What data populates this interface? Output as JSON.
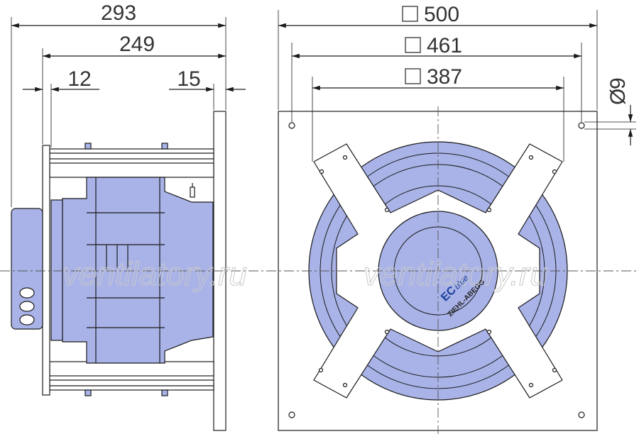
{
  "dimensions": {
    "overall_depth": "293",
    "body_depth": "249",
    "front_offset": "12",
    "plate_thickness": "15",
    "plate_square": "500",
    "hole_spacing_square": "461",
    "guard_square": "387",
    "hole_diameter": "9"
  },
  "symbols": {
    "square": "□",
    "diameter": "Ø"
  },
  "logo": {
    "brand": "ZIEHL-ABEGG",
    "ec": "EC",
    "blue": "blue"
  },
  "watermark": "ventilatory.ru",
  "colors": {
    "line": "#1a1a1a",
    "fan_fill": "#a9b3e8",
    "fan_fill_dark": "#8d98dc",
    "plate_fill": "#ffffff",
    "guard_fill": "#ffffff",
    "text": "#333333",
    "watermark": "#c9c9c9"
  }
}
